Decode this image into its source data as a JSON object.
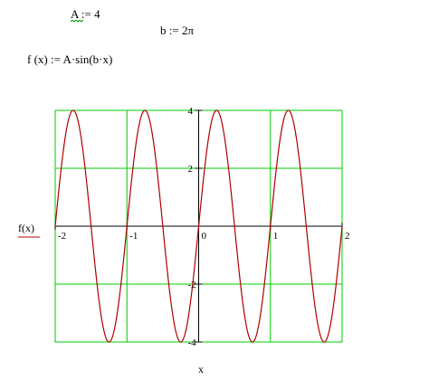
{
  "worksheet": {
    "definitions": [
      {
        "id": "A",
        "text": "A := 4"
      },
      {
        "id": "b",
        "text": "b := 2π"
      },
      {
        "id": "f",
        "text": "f (x) := A·sin(b·x)"
      }
    ]
  },
  "chart_data": {
    "type": "line",
    "xlabel": "x",
    "ylabel": "f(x)",
    "xlim": [
      -2,
      2
    ],
    "ylim": [
      -4,
      4
    ],
    "x_ticks": [
      -2,
      -1,
      0,
      1,
      2
    ],
    "y_ticks": [
      4,
      2,
      -2,
      -4
    ],
    "x_tick_labels": [
      "-2",
      "-1",
      "0",
      "1",
      "2"
    ],
    "y_tick_labels": [
      "4",
      "2",
      "-2",
      "-4"
    ],
    "grid": true,
    "grid_color": "#00cc00",
    "series": [
      {
        "function": "4·sin(2π·x)",
        "color": "#b00000",
        "x_start": -2,
        "x_end": 2,
        "amplitude": 4,
        "frequency": "2π"
      }
    ]
  },
  "colors": {
    "curve": "#b00000",
    "grid": "#00cc00",
    "axis": "#000000",
    "squiggle": "#009900",
    "trace_marker": "#b00000"
  }
}
